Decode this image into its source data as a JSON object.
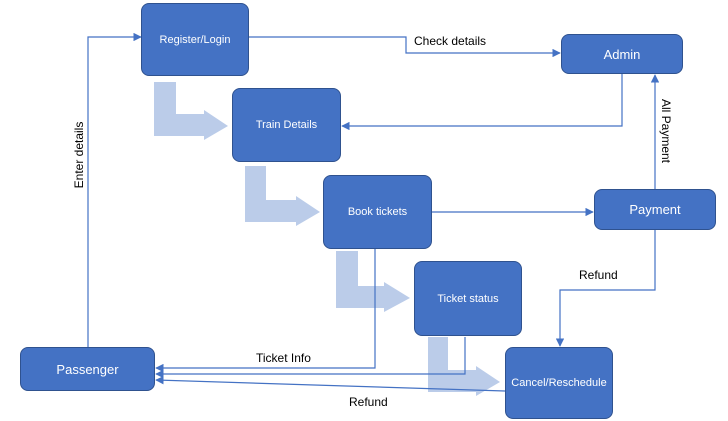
{
  "nodes": {
    "register_login": "Register/Login",
    "train_details": "Train Details",
    "book_tickets": "Book tickets",
    "ticket_status": "Ticket status",
    "cancel_reschedule": "Cancel/Reschedule",
    "passenger": "Passenger",
    "admin": "Admin",
    "payment": "Payment"
  },
  "edges": {
    "enter_details": "Enter details",
    "check_details": "Check details",
    "all_payment": "All Payment",
    "refund_payment": "Refund",
    "ticket_info": "Ticket Info",
    "refund_passenger": "Refund"
  },
  "colors": {
    "node_fill": "#4472c4",
    "node_border": "#2f528f",
    "connector": "#4472c4",
    "flow_arrow": "#b4c7e7"
  }
}
